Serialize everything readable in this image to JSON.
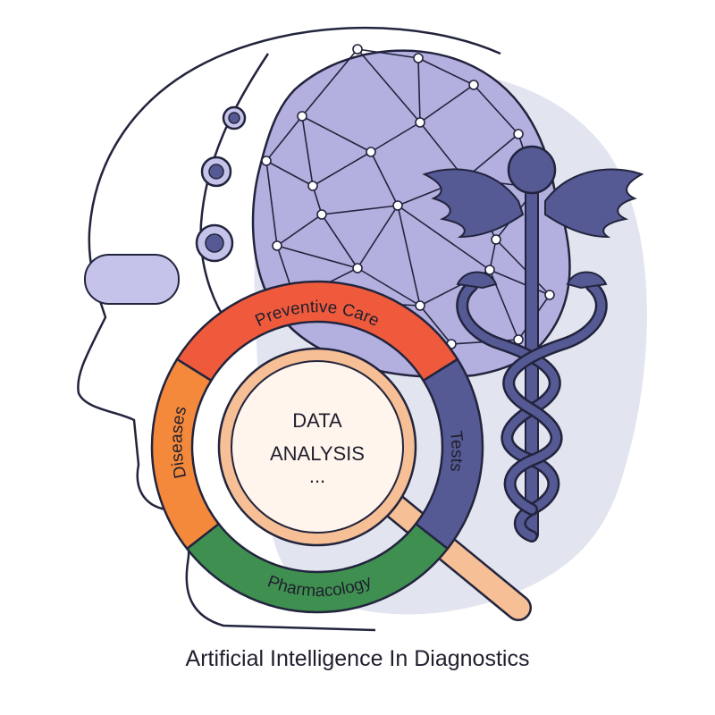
{
  "caption": "Artificial Intelligence In Diagnostics",
  "center": {
    "line1": "DATA",
    "line2": "ANALYSIS",
    "ellipsis": "..."
  },
  "segments": [
    {
      "label": "Preventive Care",
      "color": "#ef5a3c"
    },
    {
      "label": "Tests",
      "color": "#565a94"
    },
    {
      "label": "Pharmacology",
      "color": "#3f9050"
    },
    {
      "label": "Diseases",
      "color": "#f4893c"
    }
  ],
  "colors": {
    "outline": "#22243d",
    "brain": "#b3b0df",
    "backdrop": "#e2e4f0",
    "head_accent": "#c5c3ea",
    "caduceus": "#565a94",
    "lens_rim": "#f6bf95",
    "lens_inner": "#fff5ec"
  }
}
